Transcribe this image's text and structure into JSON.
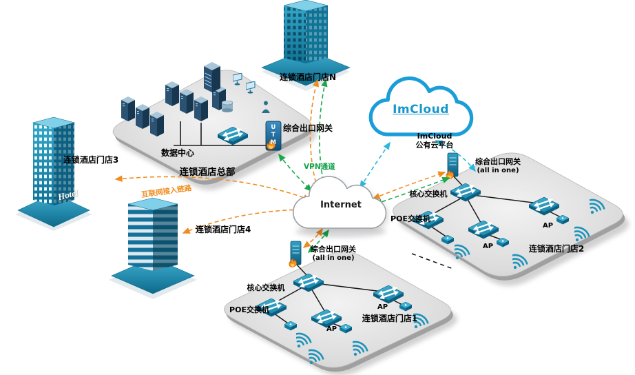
{
  "nodes": {
    "store_n": {
      "label": "连锁酒店门店N"
    },
    "headquarters": {
      "name": "连锁酒店总部",
      "datacenter_label": "数据中心",
      "gateway_label": "综合出口网关",
      "utm_text": "UTM"
    },
    "store3": {
      "label": "连锁酒店门店3",
      "building_sign": "Hotel"
    },
    "store4": {
      "label": "连锁酒店门店4"
    },
    "internet": {
      "label": "Internet"
    },
    "imcloud": {
      "cloud_text": "ImCloud",
      "caption_line1": "ImCloud",
      "caption_line2": "公有云平台"
    },
    "branch_shared": {
      "gateway_label_line1": "综合出口网关",
      "gateway_label_line2": "(all in one)",
      "core_switch_label": "核心交换机",
      "poe_switch_label": "POE交换机",
      "ap_label": "AP"
    },
    "branch1": {
      "name": "连锁酒店门店1"
    },
    "branch2": {
      "name": "连锁酒店门店2"
    }
  },
  "links": {
    "vpn_label": "VPN通道",
    "internet_access_label": "互联网接入链路"
  },
  "colors": {
    "device_teal": "#1d93ba",
    "building_teal": "#1b8fb4",
    "platform_gray": "#d9d9d9",
    "vpn_green": "#17a84b",
    "access_orange": "#f08c1e",
    "cloud_link_cyan": "#2ab7dd",
    "imcloud_blue": "#1b9ed8",
    "utm_flame_orange": "#f18a1a"
  }
}
